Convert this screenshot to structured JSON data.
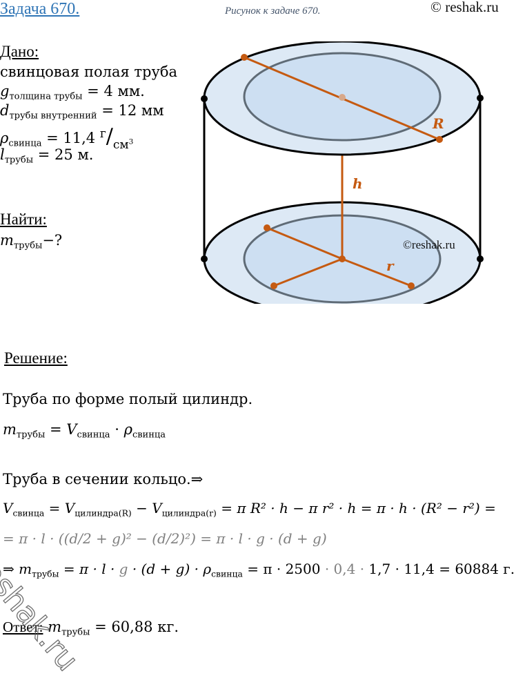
{
  "header": {
    "task_title": "Задача 670.",
    "figure_caption": "Рисунок к задаче 670.",
    "copyright": "© reshak.ru"
  },
  "given": {
    "heading": "Дано:",
    "line1": "свинцовая полая труба",
    "g": {
      "sym": "g",
      "sub": "толщина трубы",
      "rest": " = 4 мм."
    },
    "d": {
      "sym": "d",
      "sub": "трубы внутренний",
      "rest": " = 12 мм"
    },
    "rho": {
      "sym": "ρ",
      "sub": "свинца",
      "rest": " = 11,4 ",
      "unit_num": "г",
      "unit_slash": "/",
      "unit_den": "см",
      "unit_den_exp": "3"
    },
    "l": {
      "sym": "l",
      "sub": "трубы",
      "rest": " = 25 м."
    }
  },
  "find": {
    "heading": "Найти:",
    "sym": "m",
    "sub": "трубы",
    "rest": "−?"
  },
  "figure": {
    "label_R": "R",
    "label_h": "h",
    "label_r": "r",
    "watermark": "©reshak.ru",
    "colors": {
      "ring_fill": "#dde9f5",
      "inner_fill": "#cddff2",
      "outline": "#000000",
      "inner_outline": "#5f6b76",
      "accent": "#c55a11"
    }
  },
  "solution": {
    "heading": "Решение:",
    "line1": "Труба  по форме полый цилиндр.",
    "line2": {
      "m": "m",
      "m_sub": "трубы",
      "eq": " = ",
      "V": "V",
      "V_sub": "свинца",
      "dot": " · ",
      "rho": "ρ",
      "rho_sub": "свинца"
    },
    "line3": "Труба  в сечении кольцо.⇒",
    "line4": {
      "V": "V",
      "V_sub": "свинца",
      "eq1": " = ",
      "V1": "V",
      "V1_sub": "цилиндра(R)",
      "minus": " − ",
      "V2": "V",
      "V2_sub": "цилиндра(r)",
      "tail": " = π R² · h − π r² · h = π  · h · (R² − r²) ="
    },
    "line5": "=  π  · l · ((d/2 + g)² − (d/2)²) = π  · l · g · (d + g)",
    "line6": {
      "arrow": "⇒ ",
      "m": "m",
      "m_sub": "трубы",
      "part1": " = π  · l · ",
      "g_gray": "g",
      "part2": " · (d + g) · ",
      "rho": "ρ",
      "rho_sub": "свинца",
      "part3": " = π · 2500 ",
      "gray_val": "· 0,4 ·",
      "part4": " 1,7 · 11,4 = 60884 г."
    }
  },
  "answer": {
    "heading": "Ответ:",
    "m": "m",
    "m_sub": "трубы",
    "value": "  =  60,88 кг."
  },
  "watermark_diagonal": "reshak.ru"
}
